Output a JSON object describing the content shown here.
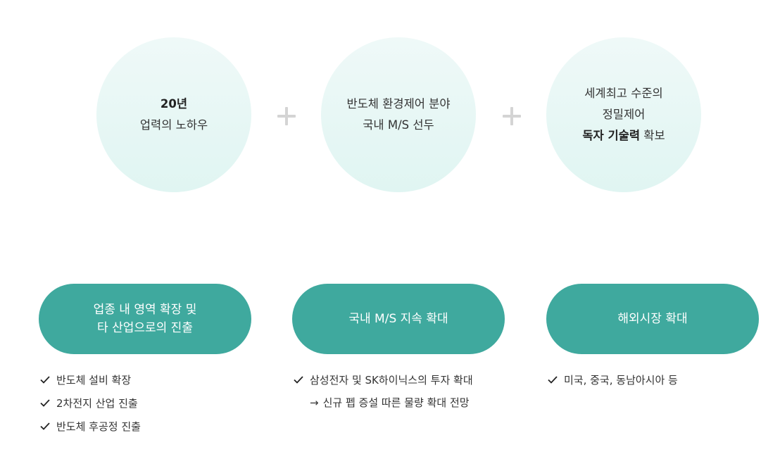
{
  "circles": [
    {
      "line1": "20년",
      "line2": "업력의 노하우"
    },
    {
      "line1": "반도체 환경제어 분야",
      "line2": "국내 M/S 선두"
    },
    {
      "line1": "세계최고 수준의",
      "line2": "정밀제어",
      "line3_bold": "독자 기술력",
      "line3_rest": " 확보"
    }
  ],
  "plus_symbol": "+",
  "columns": [
    {
      "pill_line1": "업종 내 영역 확장 및",
      "pill_line2": "타 산업으로의 진출",
      "items": [
        "반도체 설비 확장",
        "2차전지 산업 진출",
        "반도체 후공정 진출"
      ]
    },
    {
      "pill_line1": "국내 M/S 지속 확대",
      "items": [
        "삼성전자 및 SK하이닉스의 투자 확대"
      ],
      "subline": "신규 펩 증설 따른 물량 확대 전망",
      "subline_arrow": "→"
    },
    {
      "pill_line1": "해외시장 확대",
      "items": [
        "미국, 중국, 동남아시아 등"
      ]
    }
  ],
  "colors": {
    "accent": "#3fa99e",
    "circle_bg": "#e6f6f3",
    "plus": "#d4d4d4"
  },
  "icons": {
    "check": "check-icon",
    "plus": "plus-icon",
    "arrow": "arrow-right-icon"
  }
}
